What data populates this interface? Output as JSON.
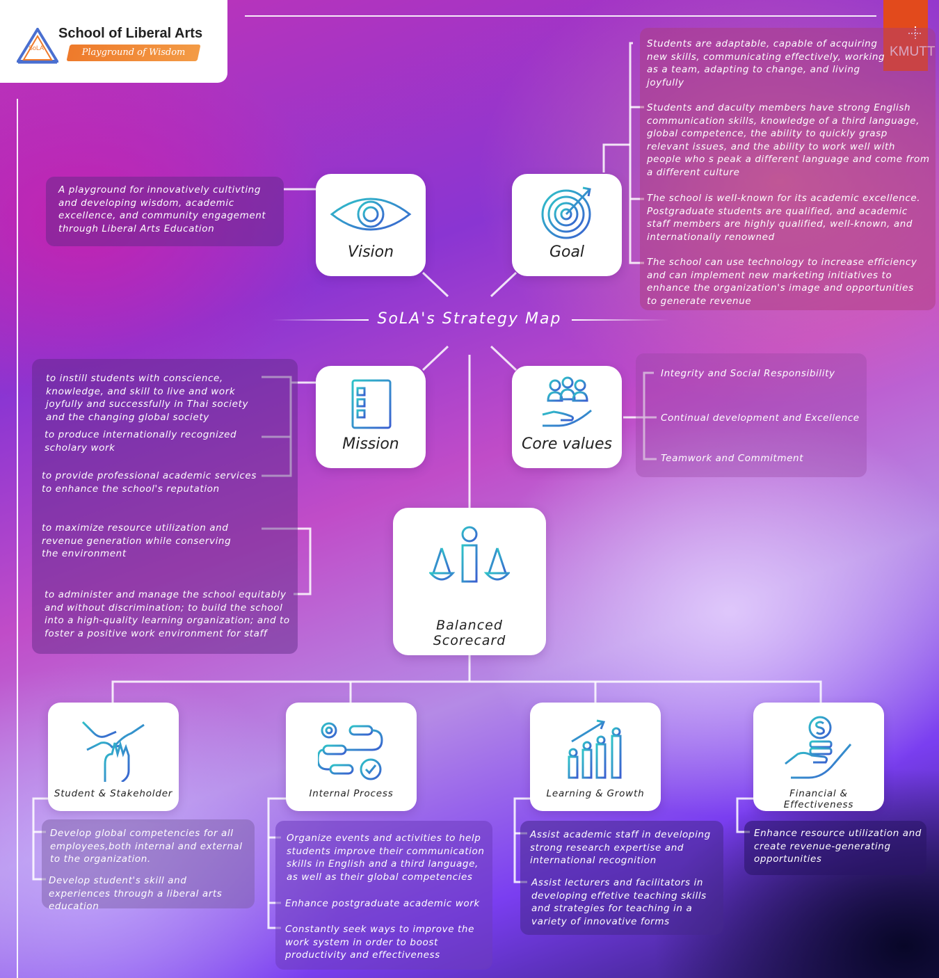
{
  "header": {
    "school_name": "School of Liberal Arts",
    "tagline": "Playground of Wisdom",
    "logo_text": "SoLA",
    "partner_logo": "KMUTT"
  },
  "title": "SoLA's Strategy Map",
  "vision": {
    "label": "Vision",
    "icon": "eye-icon",
    "statement": "A playground for innovatively cultivting and developing wisdom, academic excellence, and community engagement through Liberal Arts Education"
  },
  "goal": {
    "label": "Goal",
    "icon": "target-icon",
    "items": [
      "Students are adaptable, capable of acquiring new skills, communicating effectively, working as a team, adapting to change, and living joyfully",
      "Students and daculty members have strong English communication skills, knowledge of a third language, global competence, the ability to quickly grasp relevant issues, and the ability to work well with people who s peak a different language and come from a different culture",
      "The school is well-known for its academic excellence. Postgraduate students are qualified, and academic staff members are highly qualified, well-known, and internationally renowned",
      "The school can use technology to increase efficiency and can implement new marketing initiatives to enhance the organization's image and opportunities to generate revenue"
    ]
  },
  "mission": {
    "label": "Mission",
    "icon": "checklist-icon",
    "items": [
      "to instill students with conscience, knowledge, and skill to live and work joyfully and successfully in Thai society and the changing global society",
      "to produce internationally recognized scholary work",
      "to provide professional academic services to enhance the school's reputation",
      "to maximize resource utilization and revenue generation while conserving the environment",
      "to administer and manage the school equitably and without discrimination; to build the school into a high-quality learning organization; and to foster a positive work environment for staff"
    ]
  },
  "core_values": {
    "label": "Core values",
    "icon": "people-hand-icon",
    "items": [
      "Integrity and Social Responsibility",
      "Continual development and Excellence",
      "Teamwork and Commitment"
    ]
  },
  "scorecard": {
    "label_line1": "Balanced",
    "label_line2": "Scorecard",
    "icon": "scale-icon"
  },
  "perspectives": [
    {
      "label": "Student & Stakeholder",
      "icon": "joined-hands-icon",
      "items": [
        "Develop global competencies for all employees,both internal and external to the organization.",
        "Develop student's skill and experiences through a liberal arts education"
      ]
    },
    {
      "label": "Internal Process",
      "icon": "process-flow-icon",
      "items": [
        "Organize events and activities to help students improve their communication skills in English and a third language, as well as their global competencies",
        "Enhance postgraduate academic work",
        "Constantly seek ways to improve the work system in order to boost productivity and effectiveness"
      ]
    },
    {
      "label": "Learning & Growth",
      "icon": "growth-chart-icon",
      "items": [
        "Assist academic staff in developing strong research expertise and international recognition",
        "Assist lecturers and facilitators in developing effetive teaching skills and strategies for teaching in a variety of innovative forms"
      ]
    },
    {
      "label": "Financial & Effectiveness",
      "icon": "coin-hand-icon",
      "items": [
        "Enhance resource utilization and create revenue-generating opportunities"
      ]
    }
  ]
}
